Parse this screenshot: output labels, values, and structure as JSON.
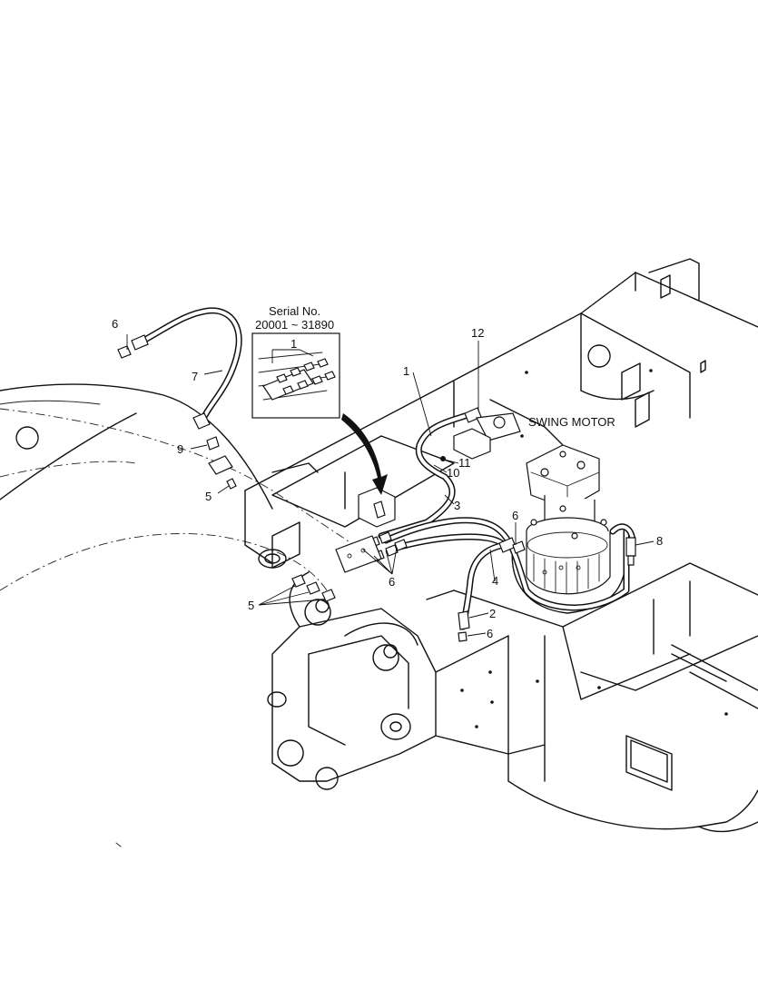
{
  "callouts": {
    "c1": "1",
    "c1_inset": "1",
    "c2": "2",
    "c3": "3",
    "c4": "4",
    "c5a": "5",
    "c5b": "5",
    "c6a": "6",
    "c6b": "6",
    "c6c": "6",
    "c6d": "6",
    "c7": "7",
    "c8": "8",
    "c9": "9",
    "c10": "10",
    "c11": "11",
    "c12": "12"
  },
  "inset": {
    "line1": "Serial No.",
    "line2": "20001 ~ 31890"
  },
  "swing_motor_label": "SWING MOTOR",
  "colors": {
    "line": "#111111",
    "background": "#ffffff"
  }
}
